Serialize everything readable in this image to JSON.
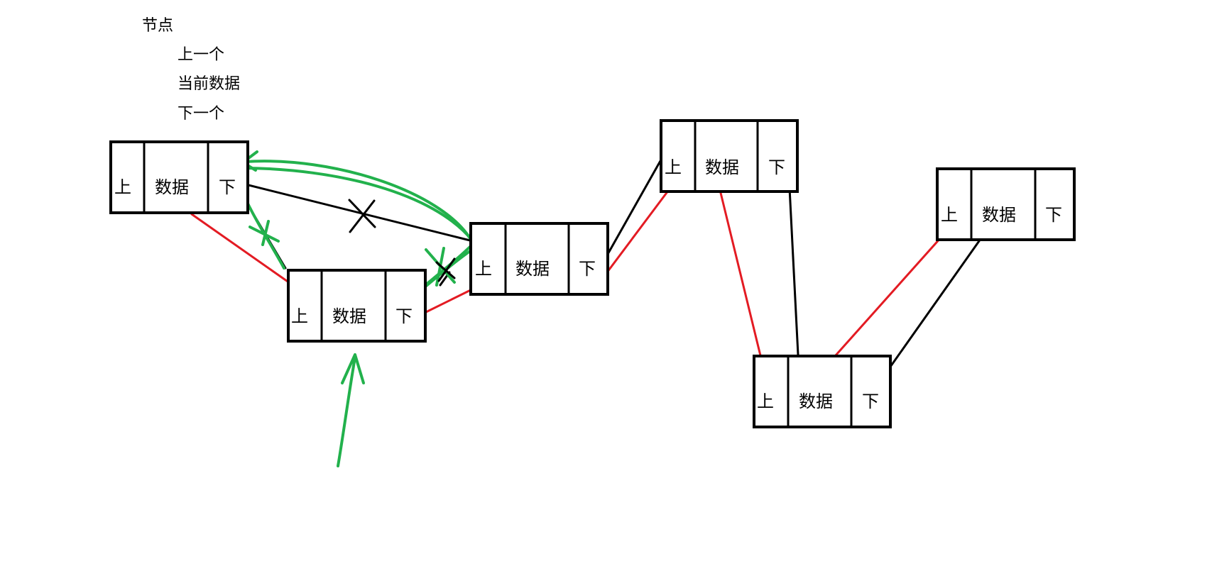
{
  "legend": {
    "title": "节点",
    "items": [
      "上一个",
      "当前数据",
      "下一个"
    ]
  },
  "node_labels": {
    "prev": "上",
    "data": "数据",
    "next": "下"
  },
  "nodes": [
    {
      "id": "n1"
    },
    {
      "id": "n2"
    },
    {
      "id": "n3"
    },
    {
      "id": "n4"
    },
    {
      "id": "n5"
    },
    {
      "id": "n6"
    }
  ],
  "colors": {
    "box_stroke": "#000000",
    "prev_link": "#e31b23",
    "next_link": "#000000",
    "annotation": "#22b14c"
  }
}
